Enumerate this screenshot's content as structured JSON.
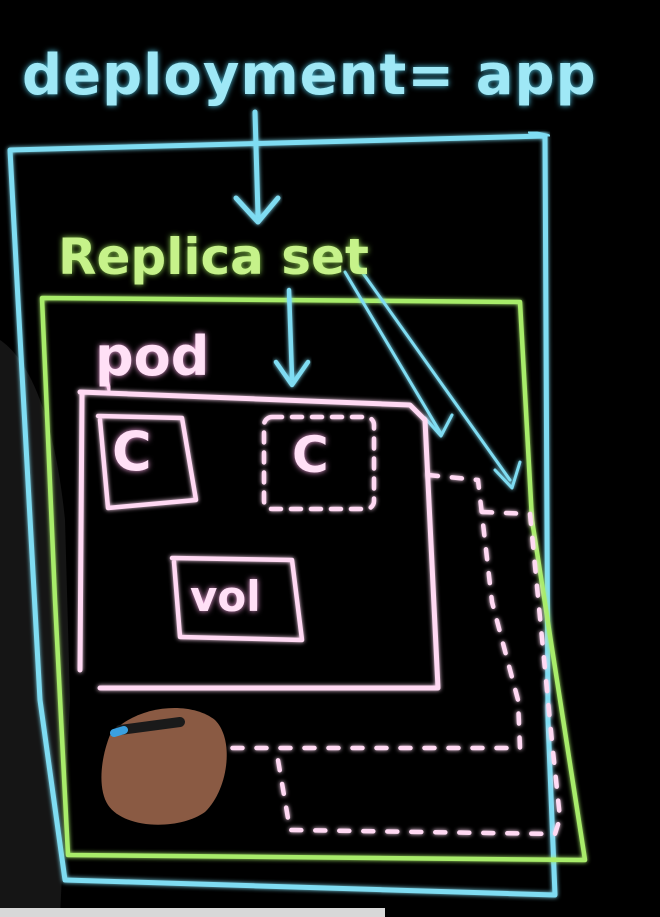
{
  "diagram": {
    "labels": {
      "deployment": "deployment= app",
      "replicaset": "Replica set",
      "pod": "pod",
      "container_1": "C",
      "container_2": "C",
      "volume": "vol"
    },
    "colors": {
      "deployment": "#7fdcf2",
      "replicaset": "#a8ec6a",
      "pod": "#ffd9f3",
      "background": "#000000"
    }
  },
  "caption": {
    "text": ""
  }
}
